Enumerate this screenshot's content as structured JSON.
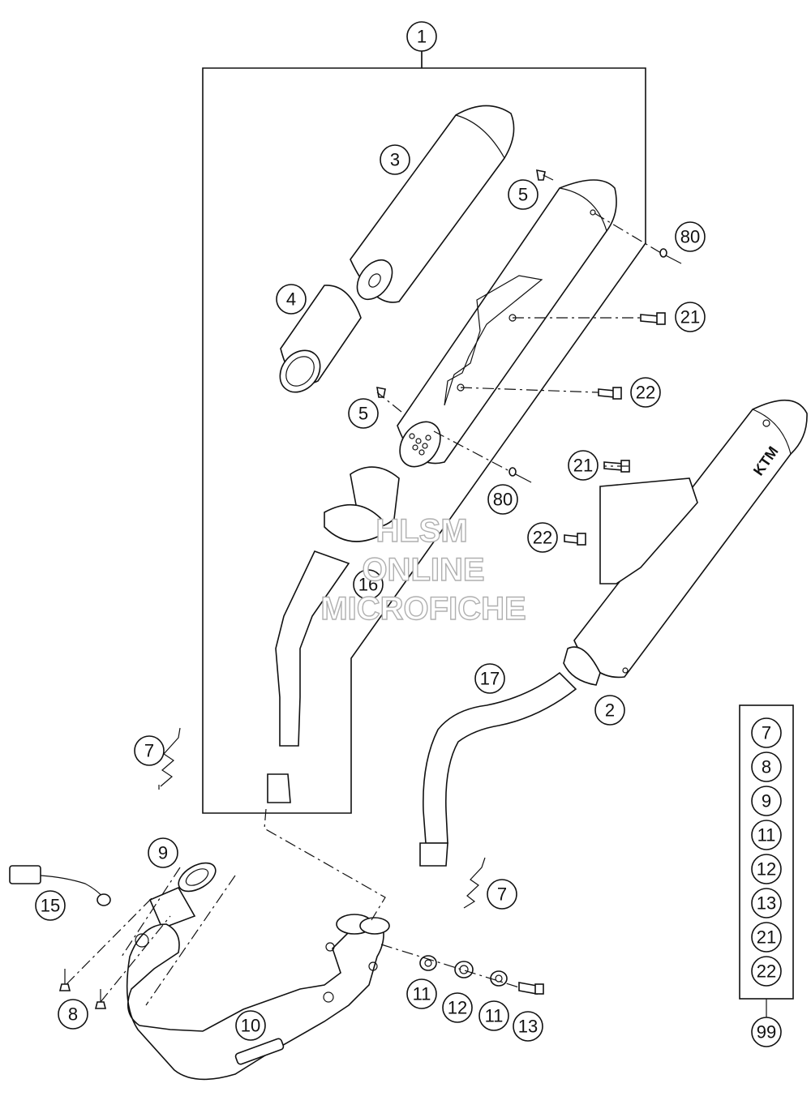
{
  "callouts": {
    "c1": "1",
    "c2": "2",
    "c3": "3",
    "c4": "4",
    "c5a": "5",
    "c5b": "5",
    "c7a": "7",
    "c7b": "7",
    "c8": "8",
    "c9": "9",
    "c10": "10",
    "c11a": "11",
    "c11b": "11",
    "c12": "12",
    "c13": "13",
    "c15": "15",
    "c16": "16",
    "c17": "17",
    "c21a": "21",
    "c21b": "21",
    "c22a": "22",
    "c22b": "22",
    "c80a": "80",
    "c80b": "80"
  },
  "kit": {
    "items": [
      "7",
      "8",
      "9",
      "11",
      "12",
      "13",
      "21",
      "22"
    ],
    "number": "99"
  },
  "muffler_logo": "KTM",
  "watermark": {
    "line1": "HLSM",
    "line2": "ONLINE",
    "line3": "MICROFICHE"
  }
}
